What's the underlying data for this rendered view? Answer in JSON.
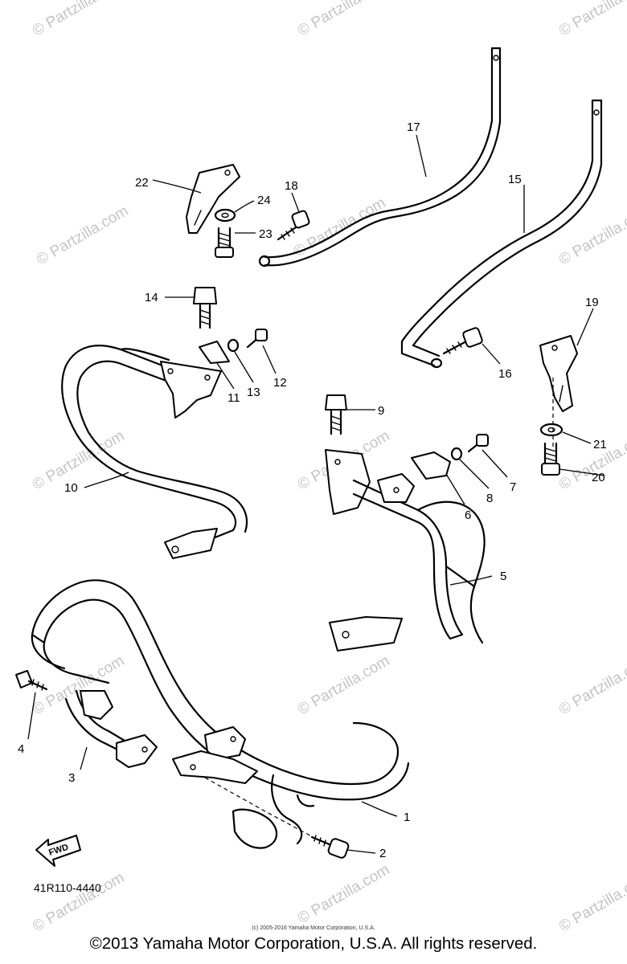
{
  "watermark": "© Partzilla.com",
  "callouts": [
    "1",
    "2",
    "3",
    "4",
    "5",
    "6",
    "7",
    "8",
    "9",
    "10",
    "11",
    "12",
    "13",
    "14",
    "15",
    "16",
    "17",
    "18",
    "19",
    "20",
    "21",
    "22",
    "23",
    "24"
  ],
  "fwd_label": "FWD",
  "diagram_code": "41R110-4440",
  "small_copyright": "(c) 2005-2016 Yamaha Motor Corporation, U.S.A.",
  "copyright": "©2013 Yamaha Motor Corporation, U.S.A. All rights reserved."
}
